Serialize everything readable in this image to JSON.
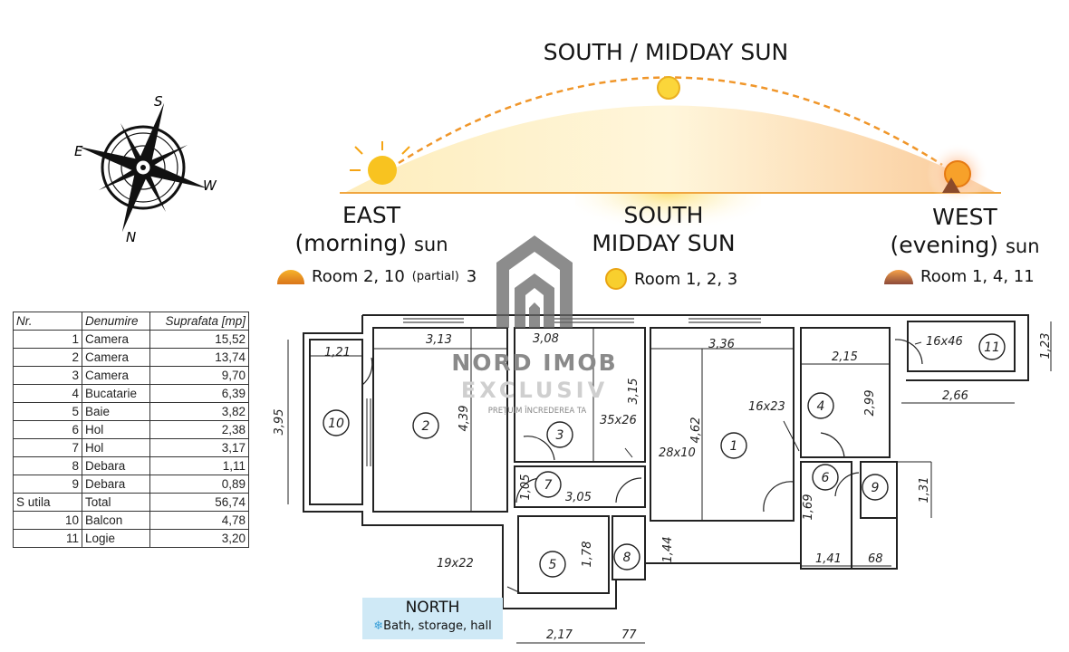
{
  "sun_path": {
    "top_label": "SOUTH / MIDDAY SUN",
    "east": {
      "title": "EAST",
      "subtitle": "(morning)",
      "sun": "sun",
      "rooms_prefix": "Room 2, 10",
      "partial": "(partial)",
      "rooms_suffix": "3",
      "icon": "sunrise-icon"
    },
    "south": {
      "title_line1": "SOUTH",
      "title_line2": "MIDDAY SUN",
      "rooms": "Room 1, 2, 3",
      "icon": "sun-icon"
    },
    "west": {
      "title": "WEST",
      "subtitle": "(evening)",
      "sun": "sun",
      "rooms": "Room 1, 4, 11",
      "icon": "sunset-icon"
    },
    "colors": {
      "sun": "#f7c21b",
      "arc": "#f4a020",
      "glow": "#fde58a"
    }
  },
  "compass": {
    "s": "S",
    "e": "E",
    "w": "W",
    "n": "N"
  },
  "watermark": {
    "line1": "NORD IMOB",
    "line2": "EXCLUSIV",
    "tagline": "PREȚUIM ÎNCREDEREA TA"
  },
  "area_table": {
    "headers": [
      "Nr.",
      "Denumire",
      "Suprafata [mp]"
    ],
    "rows": [
      [
        "1",
        "Camera",
        "15,52"
      ],
      [
        "2",
        "Camera",
        "13,74"
      ],
      [
        "3",
        "Camera",
        "9,70"
      ],
      [
        "4",
        "Bucatarie",
        "6,39"
      ],
      [
        "5",
        "Baie",
        "3,82"
      ],
      [
        "6",
        "Hol",
        "2,38"
      ],
      [
        "7",
        "Hol",
        "3,17"
      ],
      [
        "8",
        "Debara",
        "1,11"
      ],
      [
        "9",
        "Debara",
        "0,89"
      ]
    ],
    "total": [
      "S utila",
      "Total",
      "56,74"
    ],
    "extra_rows": [
      [
        "10",
        "Balcon",
        "4,78"
      ],
      [
        "11",
        "Logie",
        "3,20"
      ]
    ]
  },
  "floor_plan": {
    "rooms": [
      "1",
      "2",
      "3",
      "4",
      "5",
      "6",
      "7",
      "8",
      "9",
      "10",
      "11"
    ],
    "dimensions": {
      "d395": "3,95",
      "d121": "1,21",
      "d313": "3,13",
      "d439": "4,39",
      "d308": "3,08",
      "d315": "3,15",
      "d35x26": "35x26",
      "d28x10": "28x10",
      "d105": "1,05",
      "d305": "3,05",
      "d336": "3,36",
      "d462": "4,62",
      "d16x23": "16x23",
      "d215": "2,15",
      "d299": "2,99",
      "d16x46": "16x46",
      "d123": "1,23",
      "d266": "2,66",
      "d169": "1,69",
      "d131": "1,31",
      "d141": "1,41",
      "d68": "68",
      "d178": "1,78",
      "d144": "1,44",
      "d19x22": "19x22",
      "d217": "2,17",
      "d77": "77"
    }
  },
  "north_box": {
    "title": "NORTH",
    "icon": "snowflake-icon",
    "text": "Bath, storage, hall",
    "color": "#cfe9f6"
  }
}
